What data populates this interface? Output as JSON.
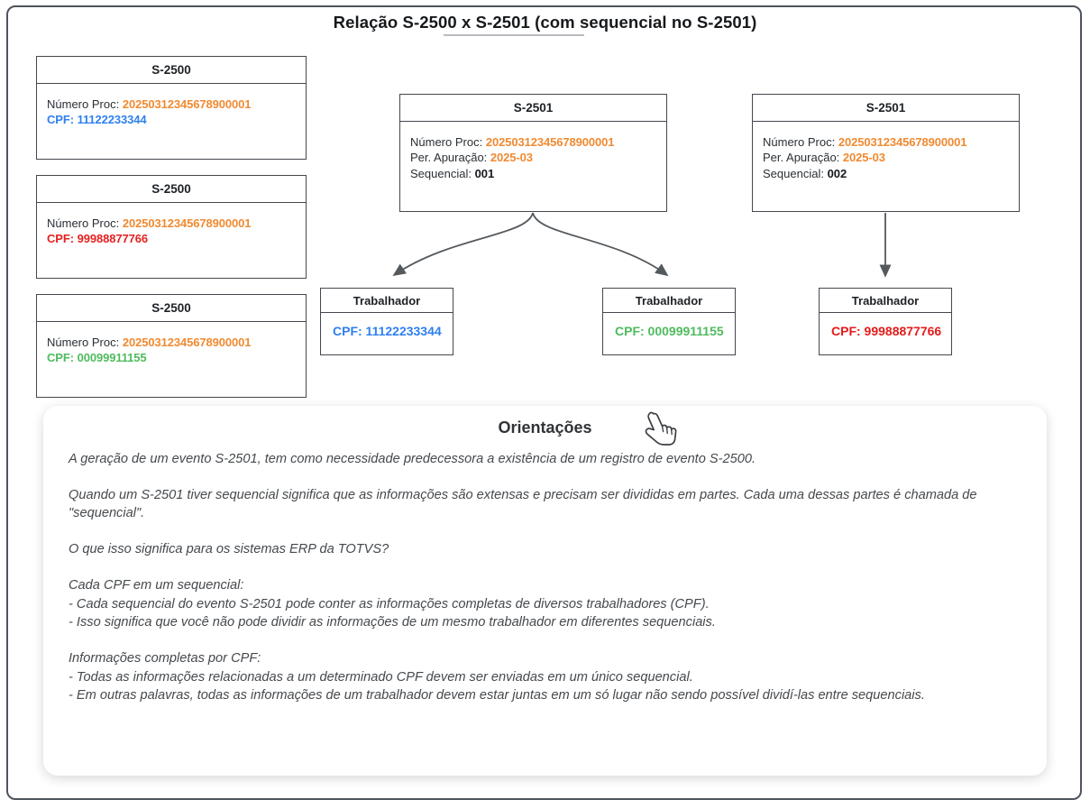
{
  "diagram": {
    "title": "Relação S-2500 x S-2501 (com sequencial no S-2501)",
    "s2500_boxes": [
      {
        "header": "S-2500",
        "numero_proc_label": "Número Proc:",
        "numero_proc_value": "20250312345678900001",
        "cpf_label": "CPF:",
        "cpf_value": "11122233344",
        "cpf_color": "#2f80ed"
      },
      {
        "header": "S-2500",
        "numero_proc_label": "Número Proc:",
        "numero_proc_value": "20250312345678900001",
        "cpf_label": "CPF:",
        "cpf_value": "99988877766",
        "cpf_color": "#e31b1b"
      },
      {
        "header": "S-2500",
        "numero_proc_label": "Número Proc:",
        "numero_proc_value": "20250312345678900001",
        "cpf_label": "CPF:",
        "cpf_value": "00099911155",
        "cpf_color": "#4fbb5e"
      }
    ],
    "s2501_boxes": [
      {
        "header": "S-2501",
        "numero_proc_label": "Número Proc:",
        "numero_proc_value": "20250312345678900001",
        "periodo_label": "Per. Apuração:",
        "periodo_value": "2025-03",
        "sequencial_label": "Sequencial:",
        "sequencial_value": "001"
      },
      {
        "header": "S-2501",
        "numero_proc_label": "Número Proc:",
        "numero_proc_value": "20250312345678900001",
        "periodo_label": "Per. Apuração:",
        "periodo_value": "2025-03",
        "sequencial_label": "Sequencial:",
        "sequencial_value": "002"
      }
    ],
    "trabalhador_boxes": [
      {
        "header": "Trabalhador",
        "cpf_text": "CPF: 11122233344",
        "color": "#2f80ed"
      },
      {
        "header": "Trabalhador",
        "cpf_text": "CPF: 00099911155",
        "color": "#4fbb5e"
      },
      {
        "header": "Trabalhador",
        "cpf_text": "CPF: 99988877766",
        "color": "#e31b1b"
      }
    ]
  },
  "orientacoes": {
    "title": "Orientações",
    "paragraphs": [
      "A geração de um evento S-2501, tem como necessidade predecessora a existência de um registro de evento S-2500.",
      "Quando um S-2501 tiver sequencial significa que as informações são extensas e precisam ser divididas em partes. Cada uma dessas partes é chamada de \"sequencial\".",
      "O que isso significa para os sistemas ERP da TOTVS?"
    ],
    "section_1_heading": "Cada CPF em um sequencial:",
    "section_1_items": [
      " - Cada sequencial do evento S-2501 pode conter as informações completas de diversos trabalhadores (CPF).",
      " - Isso significa que você não pode dividir as informações de um mesmo trabalhador em diferentes sequenciais."
    ],
    "section_2_heading": "Informações completas por CPF:",
    "section_2_items": [
      " - Todas as informações relacionadas a um determinado CPF devem ser enviadas em um único sequencial.",
      " - Em outras palavras, todas as informações de um trabalhador devem estar juntas em um só lugar não sendo possível dividí-las entre sequenciais."
    ]
  },
  "cursor": {
    "icon": "pointing-hand-cursor"
  },
  "colors": {
    "orange": "#f08a31",
    "blue": "#2f80ed",
    "red": "#e31b1b",
    "green": "#4fbb5e",
    "border": "#43484e",
    "frame": "#4d545c"
  }
}
